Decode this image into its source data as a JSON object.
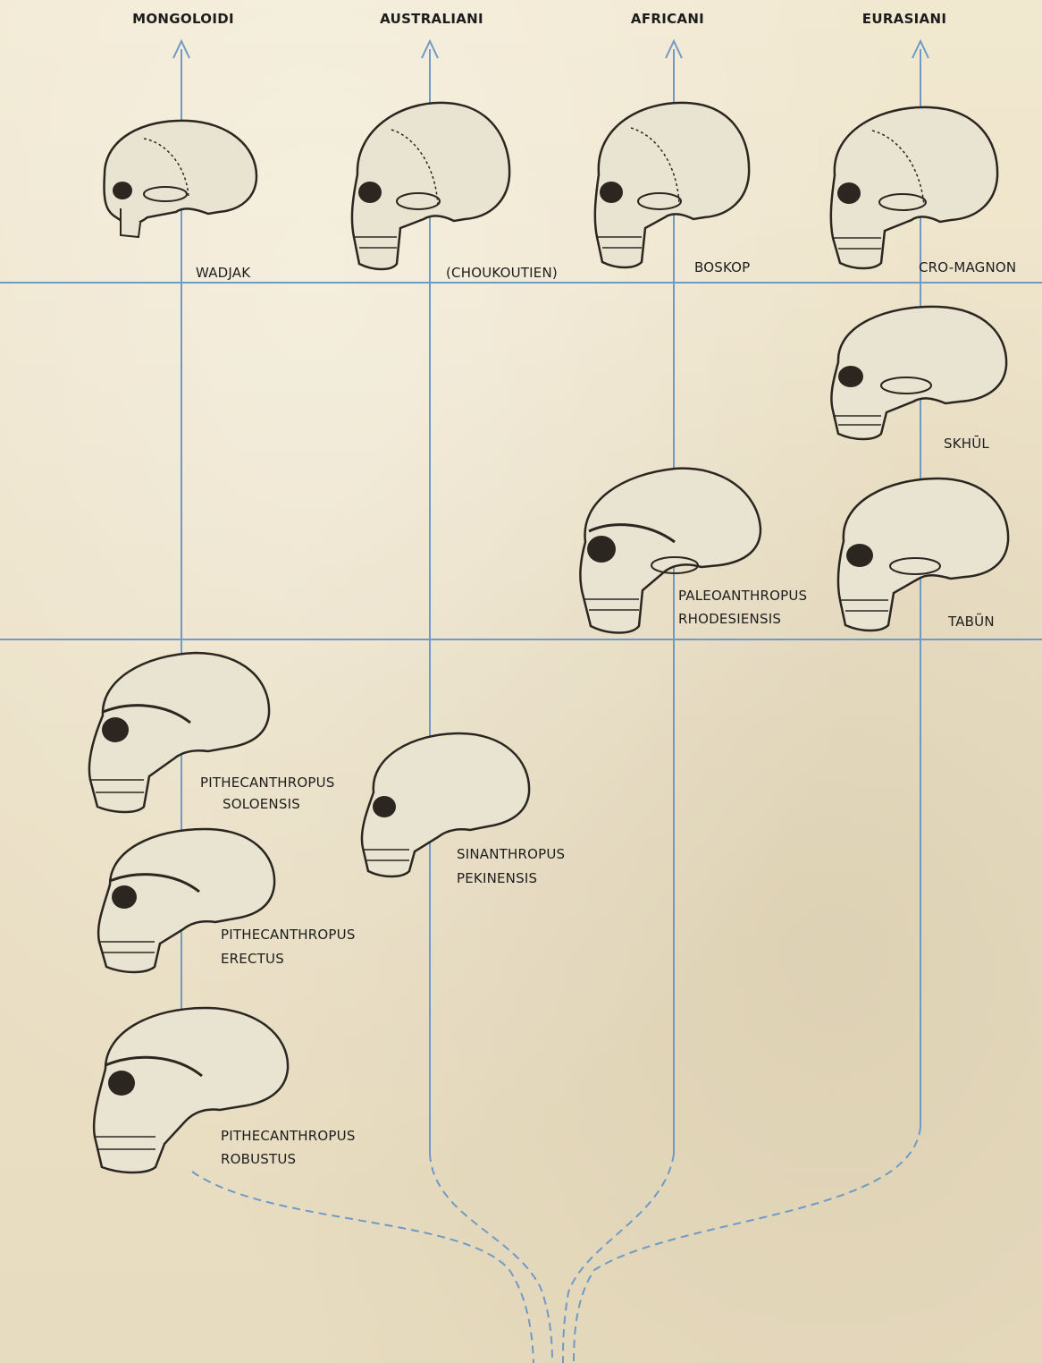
{
  "headings": {
    "mongoloidi": "MONGOLOIDI",
    "australiani": "AUSTRALIANI",
    "africani": "AFRICANI",
    "eurasiani": "EURASIANI"
  },
  "labels": {
    "wadjak": "WADJAK",
    "choukoutien": "(CHOUKOUTIEN)",
    "boskop": "BOSKOP",
    "cro_magnon": "CRO-MAGNON",
    "skhul": "SKHŪL",
    "paleoanthropus_1": "PALEOANTHROPUS",
    "paleoanthropus_2": "RHODESIENSIS",
    "tabun": "TABŨN",
    "soloensis_1": "PITHECANTHROPUS",
    "soloensis_2": "SOLOENSIS",
    "sinanthropus_1": "SINANTHROPUS",
    "sinanthropus_2": "PEKINENSIS",
    "erectus_1": "PITHECANTHROPUS",
    "erectus_2": "ERECTUS",
    "robustus_1": "PITHECANTHROPUS",
    "robustus_2": "ROBUSTUS"
  },
  "colors": {
    "line": "#6f9ac6",
    "paper": "#efe6ce",
    "skull_fill": "#e9e3d2",
    "skull_ink": "#2b2720"
  },
  "icons": [
    "up-arrow-icon",
    "skull-illustration"
  ]
}
